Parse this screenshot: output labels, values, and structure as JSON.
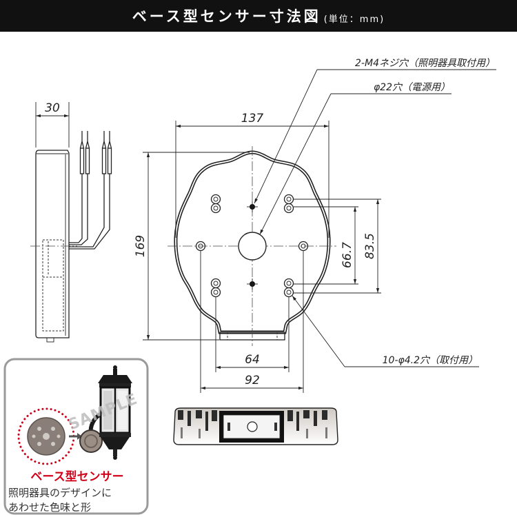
{
  "header": {
    "title": "ベース型センサー寸法図",
    "unit": "(単位：mm)"
  },
  "dimensions": {
    "depth": "30",
    "width": "137",
    "height": "169",
    "hole_pitch_inner": "66.7",
    "hole_pitch_outer": "83.5",
    "hole_span_inner": "64",
    "hole_span_outer": "92"
  },
  "callouts": {
    "m4_holes": "2-M4ネジ穴（照明器具取付用）",
    "power_hole": "φ22穴（電源用）",
    "mount_holes": "10-φ4.2穴（取付用）"
  },
  "inset": {
    "watermark": "SAMPLE",
    "product_label": "ベース型センサー",
    "caption_line1": "照明器具のデザインに",
    "caption_line2": "あわせた色味と形"
  },
  "colors": {
    "header_bg": "#111111",
    "header_text": "#ffffff",
    "line": "#222222",
    "accent_red": "#d0021b",
    "inset_border": "#9a9a9a"
  }
}
